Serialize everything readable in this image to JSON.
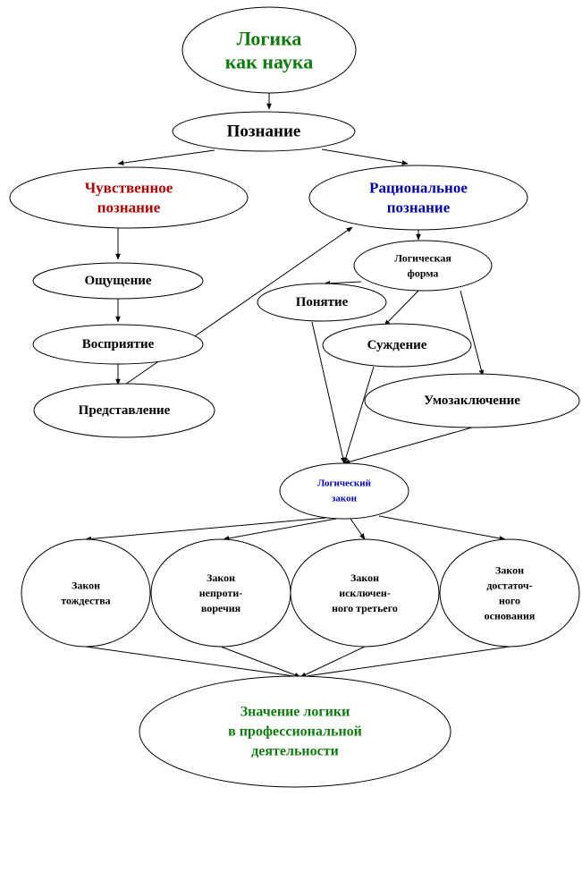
{
  "colors": {
    "green": "#0f7a0f",
    "red": "#b00000",
    "blue": "#0000a8",
    "black": "#000000"
  },
  "nodes": [
    {
      "id": "logic-science",
      "lines": [
        "Логика",
        "как наука"
      ],
      "color": "green"
    },
    {
      "id": "cognition",
      "lines": [
        "Познание"
      ],
      "color": "black"
    },
    {
      "id": "sensory-cognition",
      "lines": [
        "Чувственное",
        "познание"
      ],
      "color": "red"
    },
    {
      "id": "rational-cognition",
      "lines": [
        "Рациональное",
        "познание"
      ],
      "color": "blue"
    },
    {
      "id": "sensation",
      "lines": [
        "Ощущение"
      ],
      "color": "black"
    },
    {
      "id": "perception",
      "lines": [
        "Восприятие"
      ],
      "color": "black"
    },
    {
      "id": "representation",
      "lines": [
        "Представление"
      ],
      "color": "black"
    },
    {
      "id": "logical-form",
      "lines": [
        "Логическая",
        "форма"
      ],
      "color": "black"
    },
    {
      "id": "concept",
      "lines": [
        "Понятие"
      ],
      "color": "black"
    },
    {
      "id": "judgment",
      "lines": [
        "Суждение"
      ],
      "color": "black"
    },
    {
      "id": "inference",
      "lines": [
        "Умозаключение"
      ],
      "color": "black"
    },
    {
      "id": "logical-law",
      "lines": [
        "Логический",
        "закон"
      ],
      "color": "blue"
    },
    {
      "id": "law-identity",
      "lines": [
        "Закон",
        "тождества"
      ],
      "color": "black"
    },
    {
      "id": "law-noncontradiction",
      "lines": [
        "Закон",
        "непроти-",
        "воречия"
      ],
      "color": "black"
    },
    {
      "id": "law-excluded-middle",
      "lines": [
        "Закон",
        "исключен-",
        "ного третьего"
      ],
      "color": "black"
    },
    {
      "id": "law-sufficient-reason",
      "lines": [
        "Закон",
        "достаточ-",
        "ного",
        "основания"
      ],
      "color": "black"
    },
    {
      "id": "logic-significance",
      "lines": [
        "Значение логики",
        "в профессиональной",
        "деятельности"
      ],
      "color": "green"
    }
  ],
  "edges": [
    [
      "logic-science",
      "cognition"
    ],
    [
      "cognition",
      "sensory-cognition"
    ],
    [
      "cognition",
      "rational-cognition"
    ],
    [
      "sensory-cognition",
      "sensation"
    ],
    [
      "sensation",
      "perception"
    ],
    [
      "perception",
      "representation"
    ],
    [
      "representation",
      "rational-cognition"
    ],
    [
      "rational-cognition",
      "logical-form"
    ],
    [
      "logical-form",
      "concept"
    ],
    [
      "logical-form",
      "judgment"
    ],
    [
      "logical-form",
      "inference"
    ],
    [
      "concept",
      "logical-law"
    ],
    [
      "judgment",
      "logical-law"
    ],
    [
      "inference",
      "logical-law"
    ],
    [
      "logical-law",
      "law-identity"
    ],
    [
      "logical-law",
      "law-noncontradiction"
    ],
    [
      "logical-law",
      "law-excluded-middle"
    ],
    [
      "logical-law",
      "law-sufficient-reason"
    ],
    [
      "law-identity",
      "logic-significance"
    ],
    [
      "law-noncontradiction",
      "logic-significance"
    ],
    [
      "law-excluded-middle",
      "logic-significance"
    ],
    [
      "law-sufficient-reason",
      "logic-significance"
    ]
  ]
}
